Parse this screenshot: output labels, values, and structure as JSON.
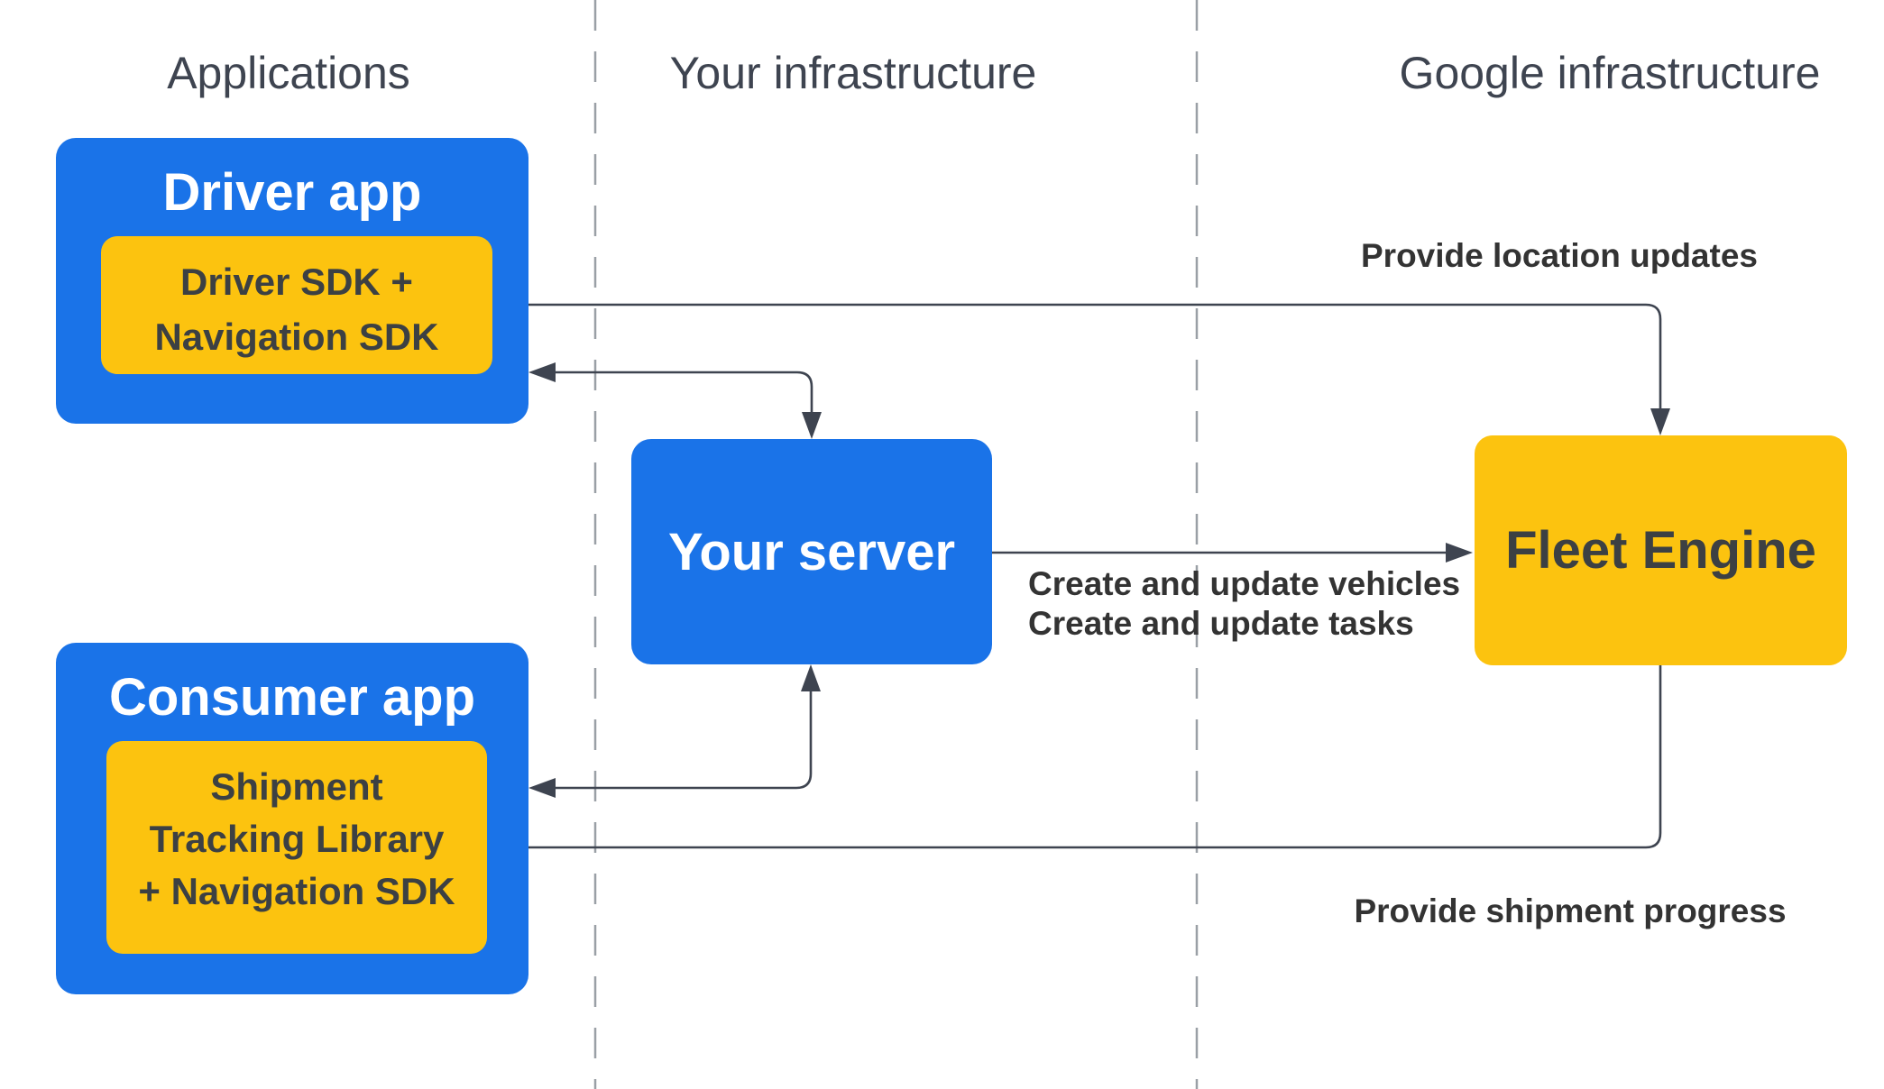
{
  "diagram": {
    "columns": [
      {
        "label": "Applications"
      },
      {
        "label": "Your infrastructure"
      },
      {
        "label": "Google infrastructure"
      }
    ],
    "nodes": {
      "driver_app": {
        "title": "Driver app",
        "sdk_line1": "Driver SDK +",
        "sdk_line2": "Navigation SDK"
      },
      "consumer_app": {
        "title": "Consumer app",
        "sdk_line1": "Shipment",
        "sdk_line2": "Tracking Library",
        "sdk_line3": "+ Navigation SDK"
      },
      "your_server": {
        "title": "Your server"
      },
      "fleet_engine": {
        "title": "Fleet Engine"
      }
    },
    "edge_labels": {
      "provide_location": "Provide location updates",
      "create_update_line1": "Create and update vehicles",
      "create_update_line2": "Create and update tasks",
      "provide_shipment": "Provide shipment progress"
    }
  },
  "colors": {
    "blue": "#1A73E8",
    "yellow": "#FCC30F",
    "dark_text": "#3C4043",
    "light_text": "#FFFFFF",
    "line": "#3E4450",
    "dashed": "#9AA0A6",
    "header_text": "#3E4450",
    "label_text": "#333333",
    "bg": "#FFFFFF"
  }
}
